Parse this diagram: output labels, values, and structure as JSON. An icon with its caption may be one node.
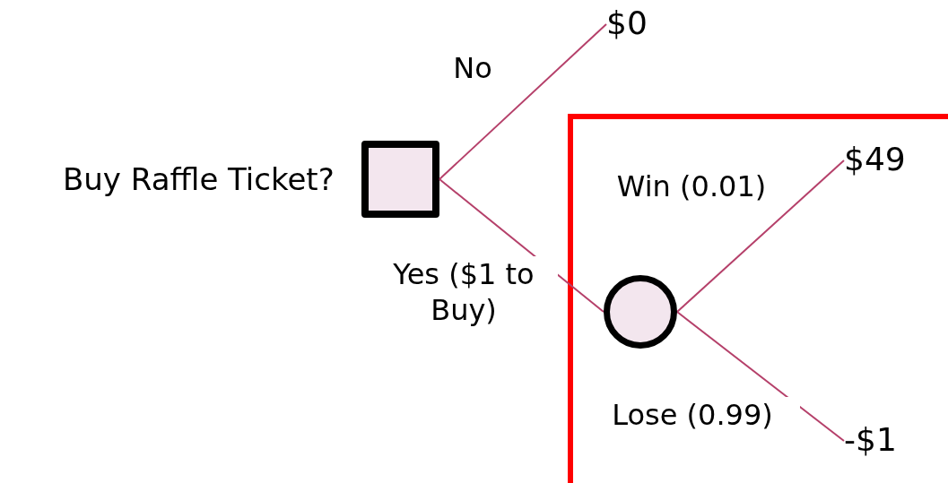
{
  "diagram": {
    "nodes": [
      {
        "text": [],
        "shape": "box",
        "beside": [
          "Buy Raffle Ticket?"
        ]
      },
      {
        "text": [
          "$0"
        ]
      },
      {
        "text": [],
        "shape": "box"
      },
      {
        "text": [],
        "shape": "circle",
        "in": 2
      },
      {
        "text": [
          "$49"
        ],
        "in": 2
      },
      {
        "text": [
          "-$1"
        ],
        "in": 2
      }
    ],
    "edges": [
      {
        "from": 0,
        "to": 1,
        "arrow": "none",
        "label": "No"
      },
      {
        "from": 0,
        "to": 3,
        "arrow": "none",
        "label": "Yes ($1 to Buy)"
      },
      {
        "from": 3,
        "to": 4,
        "arrow": "none",
        "label": "Win (0.01)"
      },
      {
        "from": 3,
        "to": 5,
        "arrow": "none",
        "label": "Lose (0.99)"
      }
    ]
  }
}
